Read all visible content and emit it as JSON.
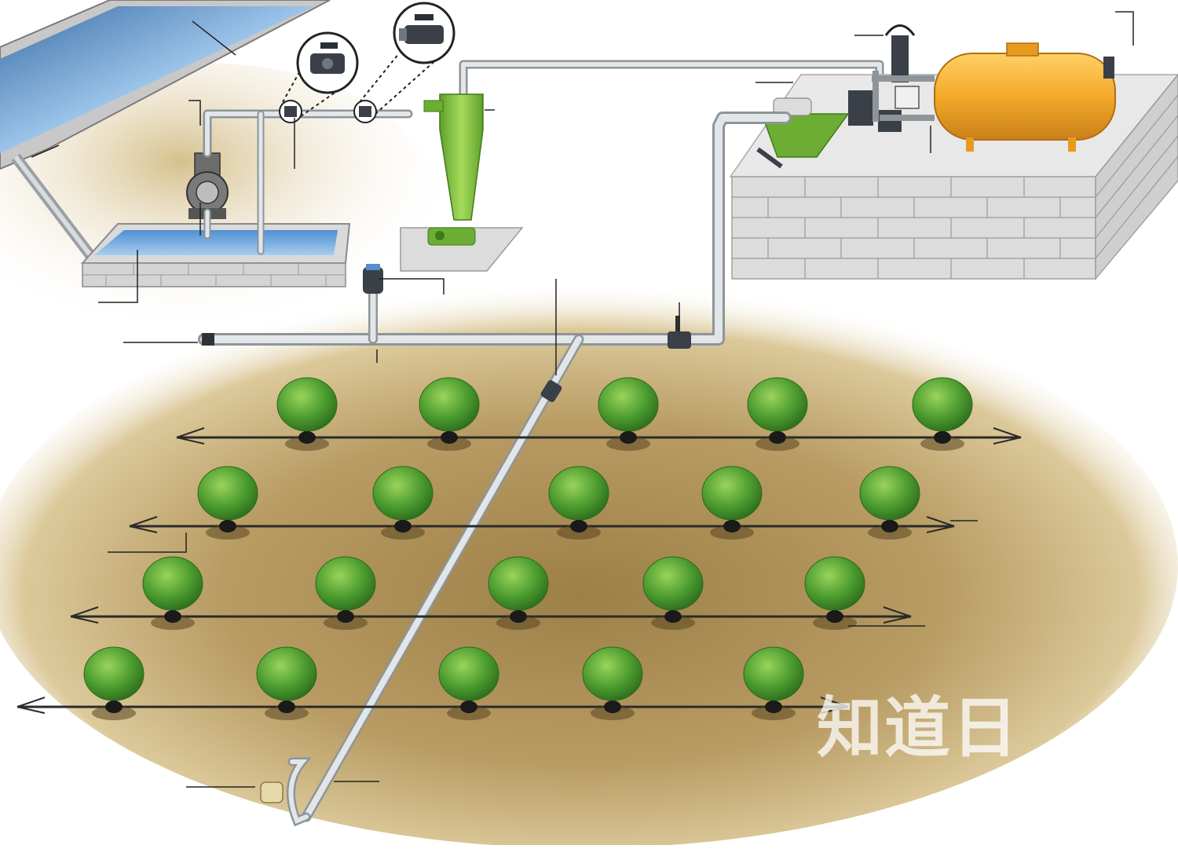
{
  "diagram": {
    "type": "drip-irrigation-system-schematic",
    "labels": [],
    "watermark": "知道日",
    "components": [
      {
        "name": "solar-panel-icon"
      },
      {
        "name": "water-pool"
      },
      {
        "name": "water-pump-icon"
      },
      {
        "name": "ball-valve-icon",
        "count": 2
      },
      {
        "name": "hydrocyclone-sand-separator"
      },
      {
        "name": "fertilizer-tank"
      },
      {
        "name": "screen-filter"
      },
      {
        "name": "air-release-valve"
      },
      {
        "name": "main-pipe"
      },
      {
        "name": "sub-main-pipe"
      },
      {
        "name": "drip-lateral-line",
        "count": 4
      },
      {
        "name": "tree-icon",
        "count": 20
      },
      {
        "name": "flush-valve"
      }
    ],
    "rows": [
      {
        "trees": 5
      },
      {
        "trees": 5
      },
      {
        "trees": 5
      },
      {
        "trees": 5
      }
    ],
    "colors": {
      "soil": "#c9b07a",
      "soil_dark": "#9c8048",
      "pipe": "#d9dde0",
      "pipe_edge": "#8d959a",
      "green_filter": "#7fbf3f",
      "tank": "#f3a92a",
      "brick": "#dcdcdc",
      "water": "#7fb4e6",
      "tree": "#3f8f2a"
    }
  }
}
